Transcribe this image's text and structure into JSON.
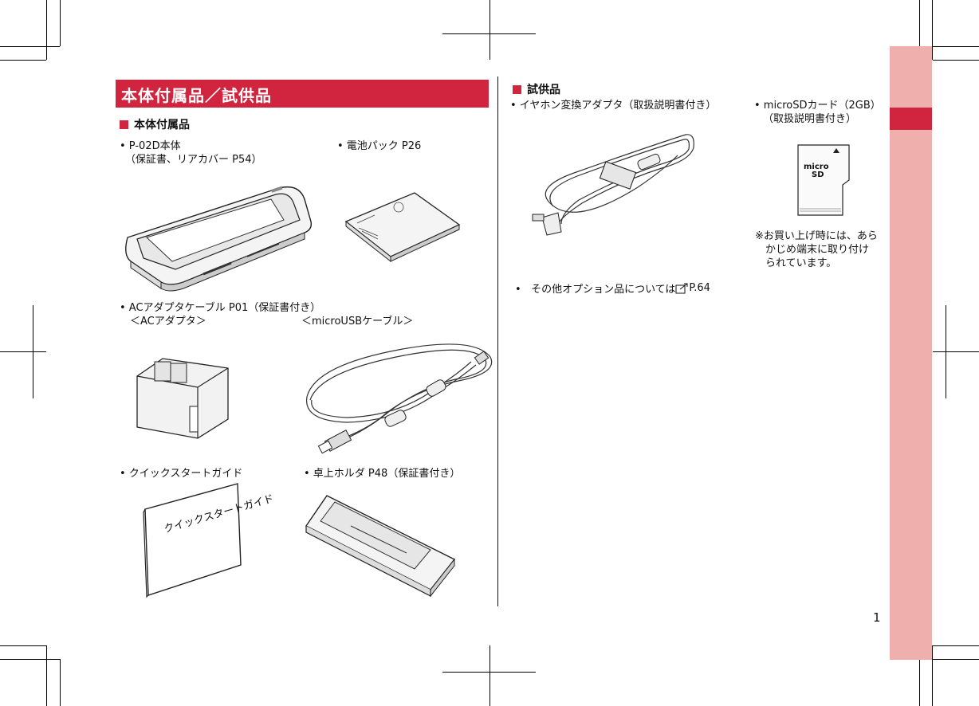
{
  "section": {
    "title": "本体付属品／試供品"
  },
  "left": {
    "subheading": "本体付属品",
    "items": {
      "body": {
        "label": "• P-02D本体",
        "note": "（保証書、リアカバー P54）"
      },
      "battery": {
        "label": "• 電池パック P26"
      },
      "ac_cable": {
        "label": "• ACアダプタケーブル P01（保証書付き）",
        "adapter_label": "＜ACアダプタ＞",
        "usb_label": "＜microUSBケーブル＞"
      },
      "quick_guide": {
        "label": "• クイックスタートガイド",
        "booklet_text": "クイックスタートガイド"
      },
      "holder": {
        "label": "• 卓上ホルダ P48（保証書付き）"
      }
    }
  },
  "right": {
    "subheading": "試供品",
    "items": {
      "earphone": {
        "label": "• イヤホン変換アダプタ（取扱説明書付き）"
      },
      "microsd": {
        "label": "• microSDカード（2GB）",
        "note": "（取扱説明書付き）",
        "footnote": "※お買い上げ時には、あら\n　かじめ端末に取り付け\n　られています。",
        "logo_top": "micro",
        "logo_bottom": "SD"
      },
      "options": {
        "label": "•   その他オプション品については",
        "ref": "P.64"
      }
    }
  },
  "page_number": "1",
  "colors": {
    "accent": "#d0243f",
    "tab": "#efb0ad"
  }
}
